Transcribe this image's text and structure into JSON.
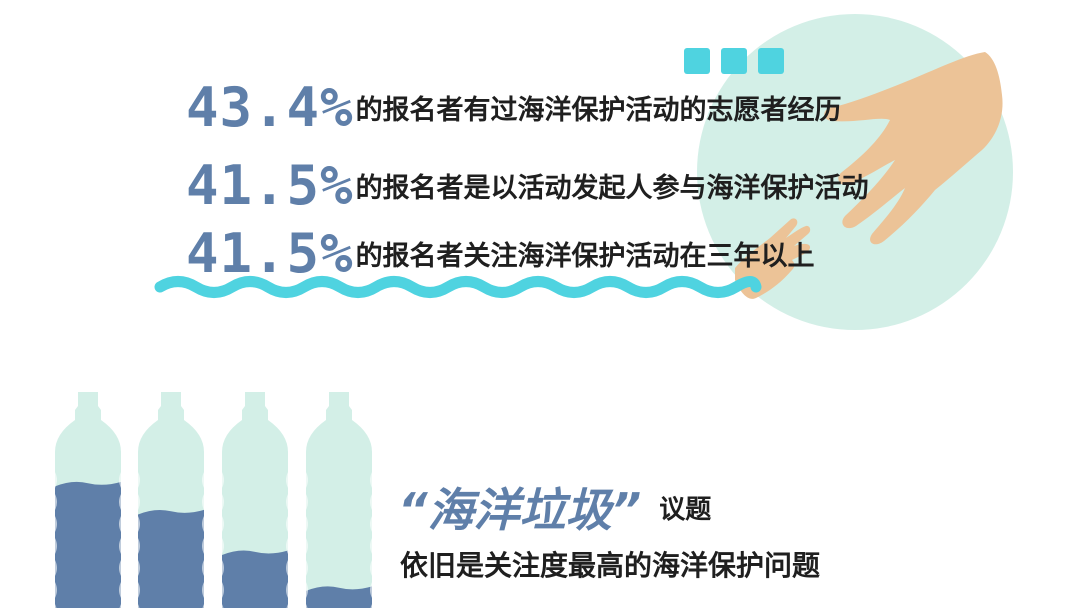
{
  "stats": [
    {
      "percent": "43.4%",
      "text": "的报名者有过海洋保护活动的志愿者经历"
    },
    {
      "percent": "41.5%",
      "text": "的报名者是以活动发起人参与海洋保护活动"
    },
    {
      "percent": "41.5%",
      "text": "的报名者关注海洋保护活动在三年以上"
    }
  ],
  "highlight": {
    "title": "“海洋垃圾”",
    "suffix": "议题",
    "subtitle": "依旧是关注度最高的海洋保护问题"
  },
  "bottles": {
    "fill_levels": [
      0.8,
      0.62,
      0.36,
      0.13
    ]
  },
  "colors": {
    "accent_blue": "#5f7fa9",
    "mint": "#d3efe7",
    "cyan": "#4fd3e0",
    "skin": "#ecc397",
    "text": "#1f1f1f"
  },
  "icons": [
    "dots-decoration",
    "wave-decoration",
    "adult-hand-icon",
    "child-hand-icon",
    "bottle-icon"
  ]
}
